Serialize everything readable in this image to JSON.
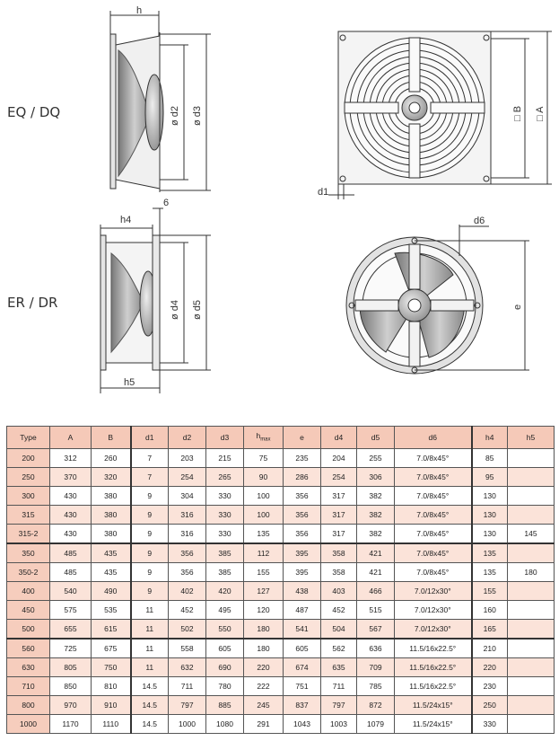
{
  "labels": {
    "model_top": "EQ / DQ",
    "model_bottom": "ER / DR",
    "dim_h": "h",
    "dim_d2": "ø d2",
    "dim_d3": "ø d3",
    "dim_h4": "h4",
    "dim_6": "6",
    "dim_d4": "ø d4",
    "dim_d5": "ø d5",
    "dim_h5": "h5",
    "dim_B": "□ B",
    "dim_A": "□ A",
    "dim_d1": "d1",
    "dim_d6": "d6",
    "dim_e": "e"
  },
  "table": {
    "headers": [
      "Type",
      "A",
      "B",
      "d1",
      "d2",
      "d3",
      "h",
      "max",
      "e",
      "d4",
      "d5",
      "d6",
      "h4",
      "h5"
    ],
    "rows": [
      [
        "200",
        "312",
        "260",
        "7",
        "203",
        "215",
        "75",
        "235",
        "204",
        "255",
        "7.0/8x45°",
        "85",
        ""
      ],
      [
        "250",
        "370",
        "320",
        "7",
        "254",
        "265",
        "90",
        "286",
        "254",
        "306",
        "7.0/8x45°",
        "95",
        ""
      ],
      [
        "300",
        "430",
        "380",
        "9",
        "304",
        "330",
        "100",
        "356",
        "317",
        "382",
        "7.0/8x45°",
        "130",
        ""
      ],
      [
        "315",
        "430",
        "380",
        "9",
        "316",
        "330",
        "100",
        "356",
        "317",
        "382",
        "7.0/8x45°",
        "130",
        ""
      ],
      [
        "315-2",
        "430",
        "380",
        "9",
        "316",
        "330",
        "135",
        "356",
        "317",
        "382",
        "7.0/8x45°",
        "130",
        "145"
      ],
      [
        "350",
        "485",
        "435",
        "9",
        "356",
        "385",
        "112",
        "395",
        "358",
        "421",
        "7.0/8x45°",
        "135",
        ""
      ],
      [
        "350-2",
        "485",
        "435",
        "9",
        "356",
        "385",
        "155",
        "395",
        "358",
        "421",
        "7.0/8x45°",
        "135",
        "180"
      ],
      [
        "400",
        "540",
        "490",
        "9",
        "402",
        "420",
        "127",
        "438",
        "403",
        "466",
        "7.0/12x30°",
        "155",
        ""
      ],
      [
        "450",
        "575",
        "535",
        "11",
        "452",
        "495",
        "120",
        "487",
        "452",
        "515",
        "7.0/12x30°",
        "160",
        ""
      ],
      [
        "500",
        "655",
        "615",
        "11",
        "502",
        "550",
        "180",
        "541",
        "504",
        "567",
        "7.0/12x30°",
        "165",
        ""
      ],
      [
        "560",
        "725",
        "675",
        "11",
        "558",
        "605",
        "180",
        "605",
        "562",
        "636",
        "11.5/16x22.5°",
        "210",
        ""
      ],
      [
        "630",
        "805",
        "750",
        "11",
        "632",
        "690",
        "220",
        "674",
        "635",
        "709",
        "11.5/16x22.5°",
        "220",
        ""
      ],
      [
        "710",
        "850",
        "810",
        "14.5",
        "711",
        "780",
        "222",
        "751",
        "711",
        "785",
        "11.5/16x22.5°",
        "230",
        ""
      ],
      [
        "800",
        "970",
        "910",
        "14.5",
        "797",
        "885",
        "245",
        "837",
        "797",
        "872",
        "11.5/24x15°",
        "250",
        ""
      ],
      [
        "1000",
        "1170",
        "1110",
        "14.5",
        "1000",
        "1080",
        "291",
        "1043",
        "1003",
        "1079",
        "11.5/24x15°",
        "330",
        ""
      ]
    ]
  }
}
